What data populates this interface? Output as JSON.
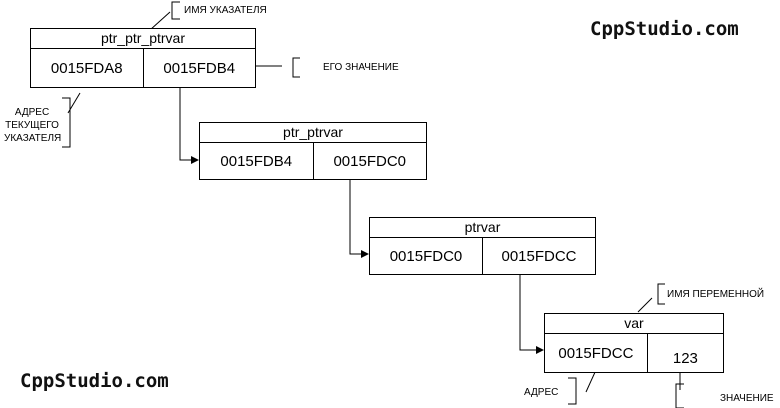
{
  "brand": {
    "top_right": "CppStudio.com",
    "bottom_left": "CppStudio.com"
  },
  "boxes": [
    {
      "title": "ptr_ptr_ptrvar",
      "address": "0015FDA8",
      "value": "0015FDB4"
    },
    {
      "title": "ptr_ptrvar",
      "address": "0015FDB4",
      "value": "0015FDC0"
    },
    {
      "title": "ptrvar",
      "address": "0015FDC0",
      "value": "0015FDCC"
    },
    {
      "title": "var",
      "address": "0015FDCC",
      "value": "123"
    }
  ],
  "annotations": {
    "pointer_name": "ИМЯ УКАЗАТЕЛЯ",
    "its_value": "ЕГО ЗНАЧЕНИЕ",
    "current_pointer_address": "АДРЕС ТЕКУЩЕГО УКАЗАТЕЛЯ",
    "variable_name": "ИМЯ ПЕРЕМЕННОЙ",
    "address": "АДРЕС",
    "value": "ЗНАЧЕНИЕ"
  }
}
